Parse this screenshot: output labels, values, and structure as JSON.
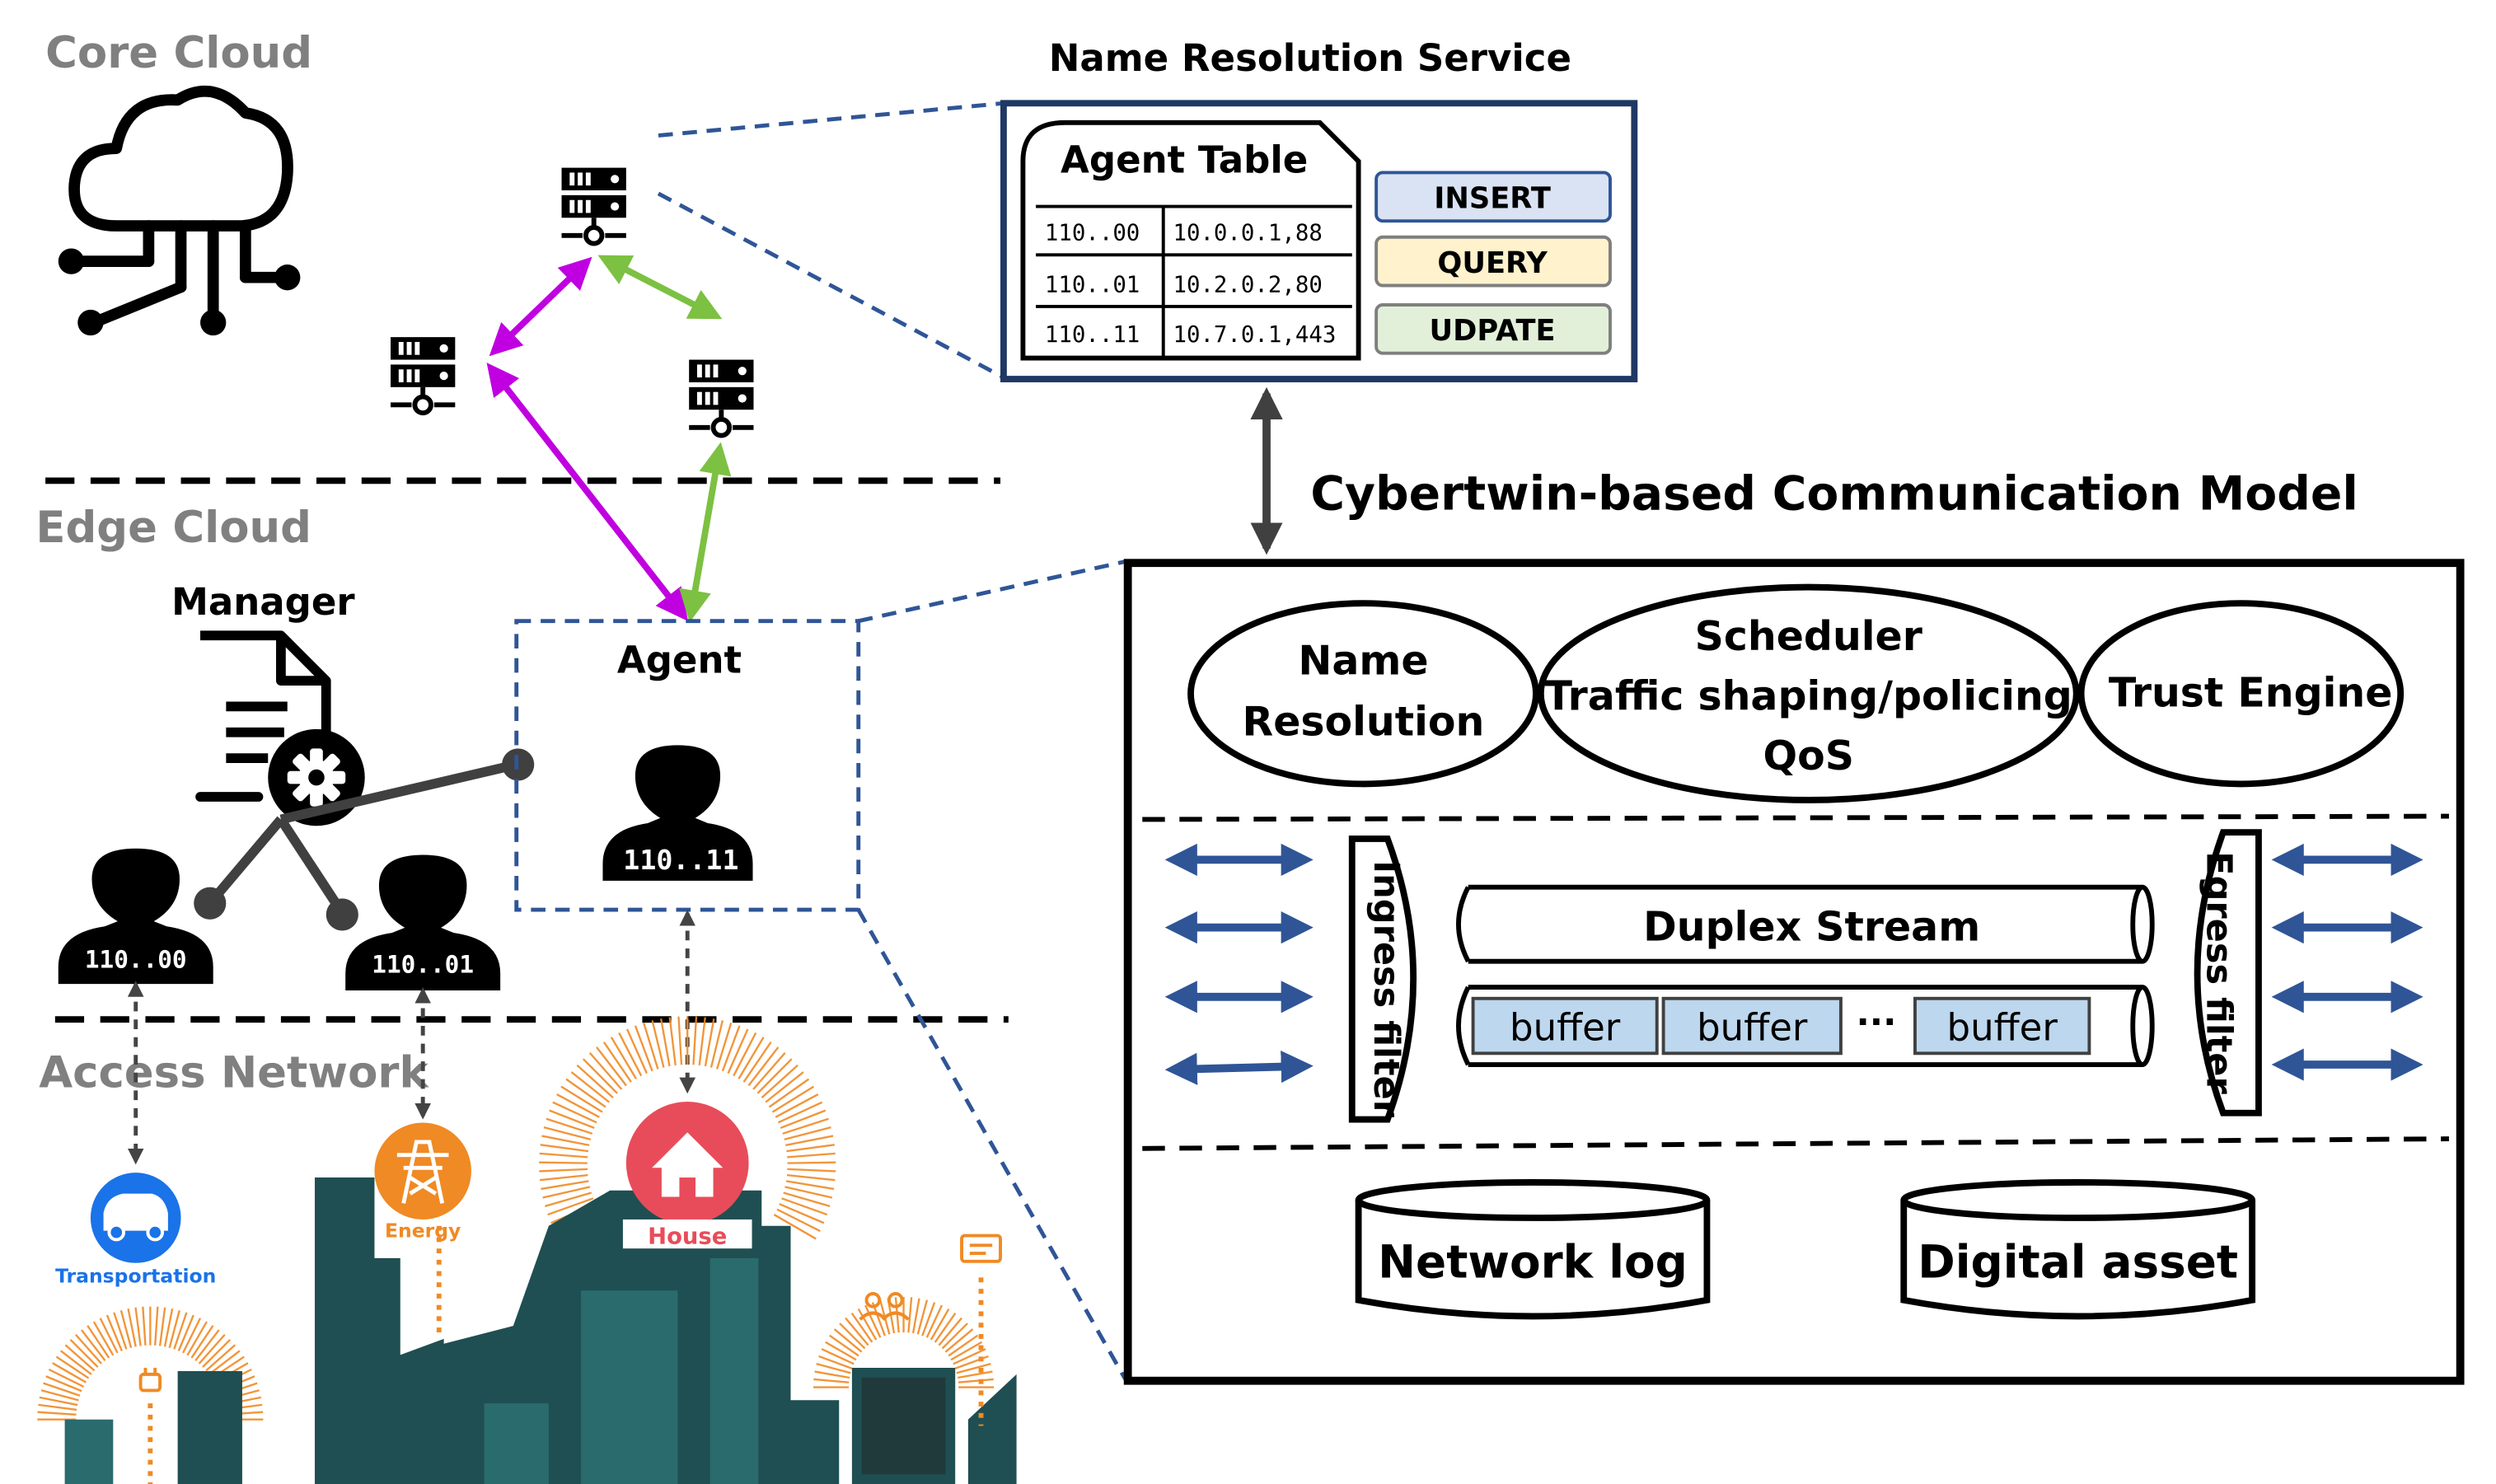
{
  "sections": {
    "core_cloud": "Core Cloud",
    "edge_cloud": "Edge Cloud",
    "access_network": "Access Network"
  },
  "name_resolution_service": {
    "title": "Name Resolution Service",
    "table_title": "Agent Table",
    "rows": [
      {
        "id": "110..00",
        "addr": "10.0.0.1,88"
      },
      {
        "id": "110..01",
        "addr": "10.2.0.2,80"
      },
      {
        "id": "110..11",
        "addr": "10.7.0.1,443"
      }
    ],
    "buttons": [
      {
        "label": "INSERT",
        "fill": "#dae3f3"
      },
      {
        "label": "QUERY",
        "fill": "#fff2cc"
      },
      {
        "label": "UDPATE",
        "fill": "#e2f0d9"
      }
    ]
  },
  "edge": {
    "manager_label": "Manager",
    "agent_label": "Agent",
    "agents": [
      {
        "id": "110..11"
      },
      {
        "id": "110..00"
      },
      {
        "id": "110..01"
      }
    ]
  },
  "access": {
    "icons": [
      {
        "label": "Transportation",
        "color": "#1a73e8"
      },
      {
        "label": "Energy",
        "color": "#f08a24"
      },
      {
        "label": "House",
        "color": "#e84c5a"
      }
    ]
  },
  "model": {
    "title": "Cybertwin-based Communication Model",
    "services": [
      {
        "lines": [
          "Name",
          "Resolution"
        ]
      },
      {
        "lines": [
          "Scheduler",
          "Traffic shaping/policing",
          "QoS"
        ]
      },
      {
        "lines": [
          "Trust Engine"
        ]
      }
    ],
    "ingress_filter": "Ingress filter",
    "egress_filter": "Egress filter",
    "duplex_stream": "Duplex Stream",
    "buffers": [
      "buffer",
      "buffer",
      "buffer"
    ],
    "ellipsis": "···",
    "storage": [
      "Network log",
      "Digital asset"
    ]
  },
  "colors": {
    "accent_blue": "#2f5597",
    "purple": "#c000e0",
    "green": "#7cc142",
    "city": "#1f4f52",
    "city_light": "#2a6b6d",
    "buffer": "#bdd7ee",
    "burst": "#f08a24"
  }
}
